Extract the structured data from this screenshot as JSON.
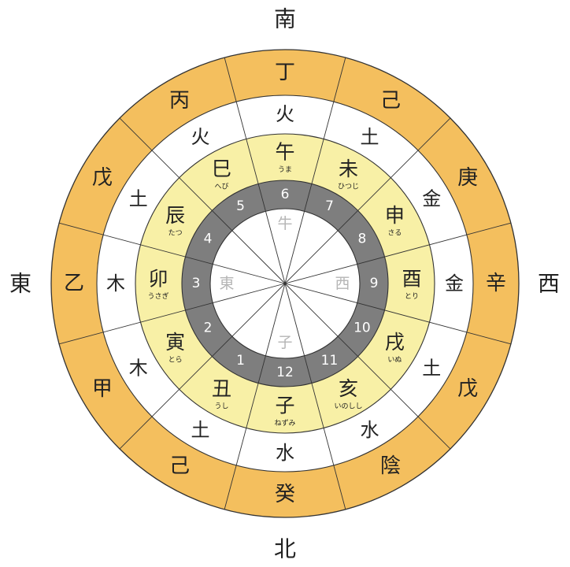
{
  "directions": {
    "south": "南",
    "north": "北",
    "east": "東",
    "west": "西"
  },
  "outer_ring": [
    "丁",
    "己",
    "庚",
    "辛",
    "戊",
    "陰",
    "癸",
    "己",
    "甲",
    "乙",
    "戊",
    "丙"
  ],
  "element_ring": [
    "火",
    "土",
    "金",
    "金",
    "土",
    "水",
    "水",
    "土",
    "木",
    "木",
    "土",
    "火"
  ],
  "zodiac_ring": [
    {
      "char": "午",
      "reading": "うま"
    },
    {
      "char": "未",
      "reading": "ひつじ"
    },
    {
      "char": "申",
      "reading": "さる"
    },
    {
      "char": "酉",
      "reading": "とり"
    },
    {
      "char": "戌",
      "reading": "いぬ"
    },
    {
      "char": "亥",
      "reading": "いのしし"
    },
    {
      "char": "子",
      "reading": "ねずみ"
    },
    {
      "char": "丑",
      "reading": "うし"
    },
    {
      "char": "寅",
      "reading": "とら"
    },
    {
      "char": "卯",
      "reading": "うさぎ"
    },
    {
      "char": "辰",
      "reading": "たつ"
    },
    {
      "char": "巳",
      "reading": "へび"
    }
  ],
  "number_ring": [
    "6",
    "7",
    "8",
    "9",
    "10",
    "11",
    "12",
    "1",
    "2",
    "3",
    "4",
    "5"
  ],
  "center_labels": {
    "top": "牛",
    "bottom": "子",
    "left": "東",
    "right": "西"
  },
  "colors": {
    "outer": "#f4bf5e",
    "zodiac": "#f8f0a6",
    "numbers": "#7e7e7e",
    "white": "#ffffff",
    "line": "#333333",
    "text": "#222222",
    "faint": "#b5b5b5"
  }
}
